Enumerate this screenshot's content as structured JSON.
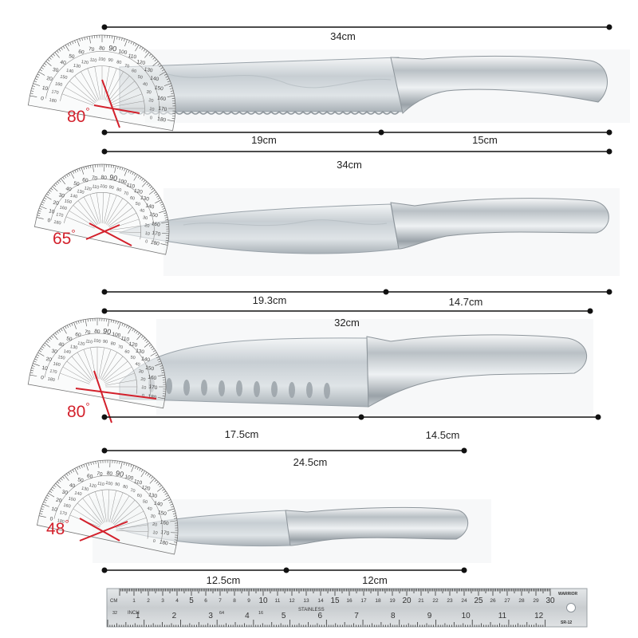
{
  "knives": [
    {
      "name": "Bread knife",
      "angle": "80",
      "angle_unit": "°",
      "total_length": "34cm",
      "blade_length": "19cm",
      "handle_length": "15cm",
      "blade_type": "serrated"
    },
    {
      "name": "Chef knife",
      "angle": "65",
      "angle_unit": "°",
      "total_length": "34cm",
      "blade_length": "19.3cm",
      "handle_length": "14.7cm",
      "blade_type": "chef"
    },
    {
      "name": "Santoku knife",
      "angle": "80",
      "angle_unit": "°",
      "total_length": "32cm",
      "blade_length": "17.5cm",
      "handle_length": "14.5cm",
      "blade_type": "santoku"
    },
    {
      "name": "Utility knife",
      "angle": "48",
      "angle_unit": "°",
      "total_length": "24.5cm",
      "blade_length": "12.5cm",
      "handle_length": "12cm",
      "blade_type": "utility"
    }
  ],
  "protractor": {
    "outer_ticks": [
      "0",
      "10",
      "20",
      "30",
      "40",
      "50",
      "60",
      "70",
      "80",
      "90",
      "100",
      "110",
      "120",
      "130",
      "140",
      "150",
      "160",
      "170",
      "180"
    ],
    "inner_ticks": [
      "180",
      "170",
      "160",
      "150",
      "140",
      "130",
      "120",
      "110",
      "100",
      "90",
      "80",
      "70",
      "60",
      "50",
      "40",
      "30",
      "20",
      "10",
      "0"
    ]
  },
  "ruler": {
    "cm_label": "CM",
    "inch_label": "INCH",
    "cm_numbers": [
      "5",
      "10",
      "15",
      "20",
      "25",
      "30"
    ],
    "cm_minor_numbers": [
      "1",
      "2",
      "3",
      "4",
      "6",
      "7",
      "8",
      "9",
      "11",
      "12",
      "13",
      "14",
      "16",
      "17",
      "18",
      "19",
      "21",
      "22",
      "23",
      "24",
      "26",
      "27",
      "28",
      "29"
    ],
    "inch_numbers": [
      "1",
      "2",
      "3",
      "4",
      "5",
      "6",
      "7",
      "8",
      "9",
      "10",
      "11",
      "12"
    ],
    "brand": "WARRIOR",
    "material": "STAINLESS",
    "model": "SR-12",
    "fraction_left": "32",
    "fraction_mid": "64",
    "fraction_right": "16"
  },
  "colors": {
    "angle_red": "#d3202b",
    "dimension_line": "#111111",
    "steel_light": "#e8ecef",
    "steel_dark": "#9aa3aa",
    "ruler_body": "#cfd3d6"
  }
}
